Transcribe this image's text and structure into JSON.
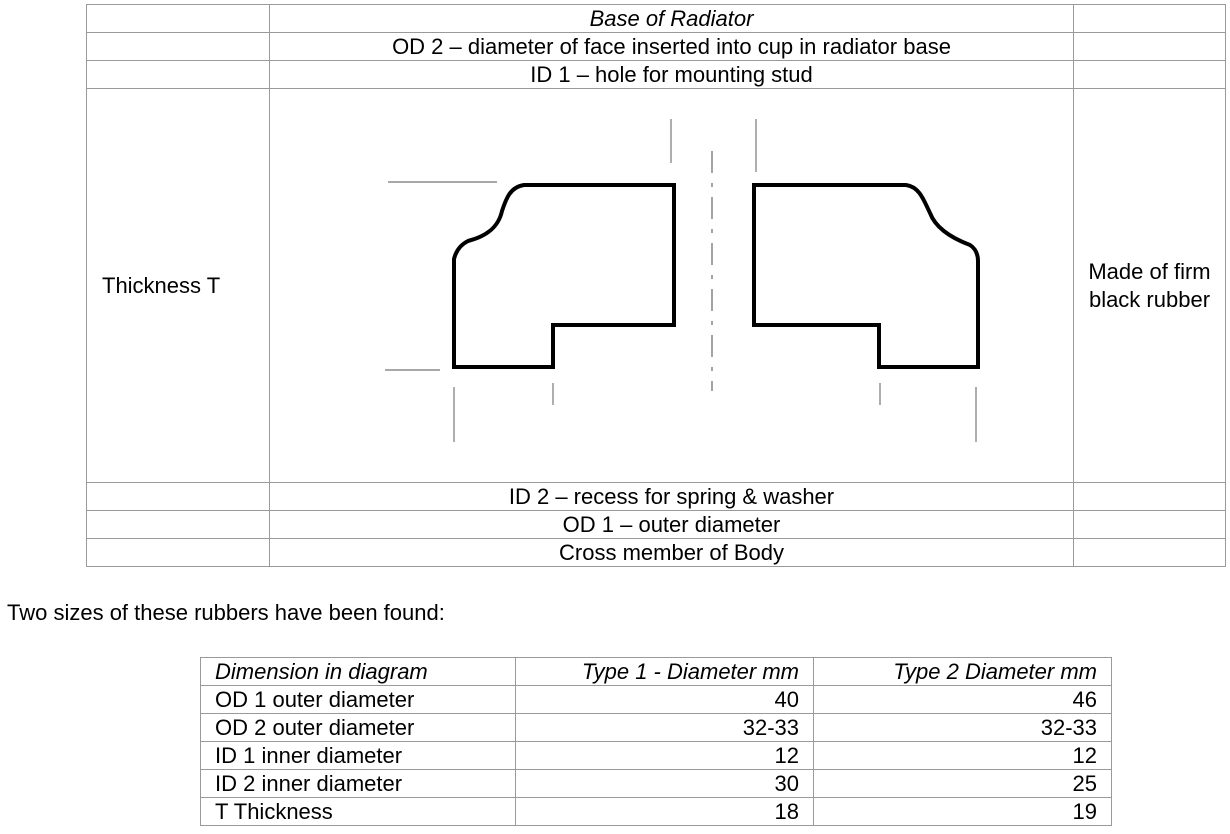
{
  "diagram_table": {
    "rows_top": [
      {
        "label": "Base of Radiator",
        "italic": true
      },
      {
        "label": "OD 2 – diameter of face inserted into cup in radiator base"
      },
      {
        "label": "ID 1 – hole for mounting stud"
      }
    ],
    "left_label": "Thickness T",
    "right_label": "Made of firm black rubber",
    "rows_bottom": [
      {
        "label": "ID 2 – recess for spring & washer"
      },
      {
        "label": "OD 1 – outer diameter"
      },
      {
        "label": "Cross member of Body"
      }
    ]
  },
  "intro_text": "Two sizes of these rubbers have been found:",
  "size_table": {
    "headers": [
      "Dimension in diagram",
      "Type 1 - Diameter mm",
      "Type 2 Diameter mm"
    ],
    "rows": [
      {
        "dimension": "OD 1 outer diameter",
        "type1": "40",
        "type2": "46"
      },
      {
        "dimension": "OD 2 outer diameter",
        "type1": "32-33",
        "type2": "32-33"
      },
      {
        "dimension": "ID 1 inner diameter",
        "type1": "12",
        "type2": "12"
      },
      {
        "dimension": "ID 2 inner diameter",
        "type1": "30",
        "type2": "25"
      },
      {
        "dimension": "T Thickness",
        "type1": "18",
        "type2": "19"
      }
    ]
  }
}
